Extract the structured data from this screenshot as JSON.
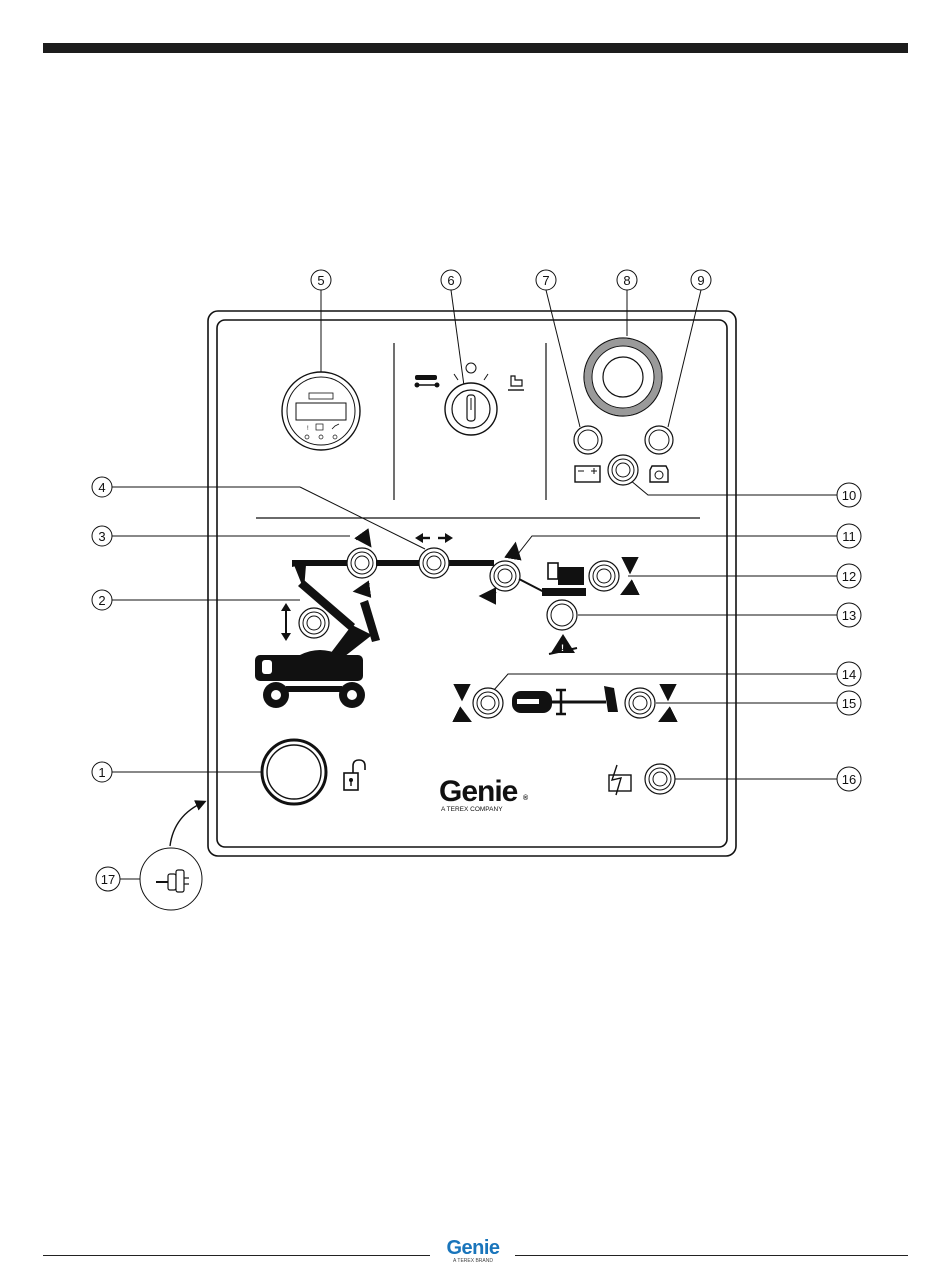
{
  "callouts": [
    "1",
    "2",
    "3",
    "4",
    "5",
    "6",
    "7",
    "8",
    "9",
    "10",
    "11",
    "12",
    "13",
    "14",
    "15",
    "16",
    "17"
  ],
  "panel": {
    "brand": "Genie",
    "brand_mark": "®",
    "tagline": "A TEREX COMPANY"
  },
  "footer": {
    "brand": "Genie",
    "tagline": "A TEREX BRAND"
  },
  "colors": {
    "ink": "#111111",
    "estop_ring": "#9a9a9a",
    "footer_brand": "#1a75bb"
  },
  "icons": [
    "hour-meter-icon",
    "key-switch-icon",
    "battery-icon",
    "engine-icon",
    "emergency-stop-icon",
    "unlock-icon",
    "boom-lift-icon",
    "platform-icon",
    "tilt-alarm-icon",
    "steer-icon",
    "battery-charge-icon",
    "toggle-switch-icon"
  ]
}
